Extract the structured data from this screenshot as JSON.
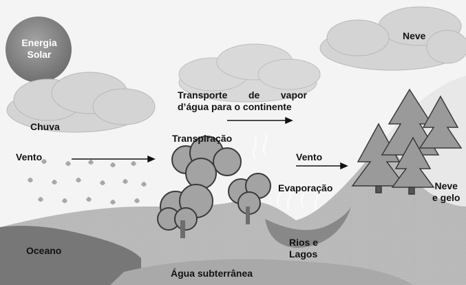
{
  "diagram": {
    "labels": {
      "solar": [
        "Energia",
        "Solar"
      ],
      "snow": "Neve",
      "transport": [
        "Transporte de vapor",
        "d’água para o continente"
      ],
      "rain": "Chuva",
      "wind_left": "Vento",
      "transpiration": "Transpiração",
      "wind_right": "Vento",
      "evaporation": "Evaporação",
      "snow_ice": [
        "Neve",
        "e gelo"
      ],
      "ocean": "Oceano",
      "rivers_lakes": [
        "Rios e",
        "Lagos"
      ],
      "groundwater": "Água subterrânea"
    },
    "colors": {
      "sun": "#8f8f8f",
      "clouds": "#d6d6d6",
      "hills": "#bdbdbd",
      "ocean": "#7a7a7a",
      "ground": "#c9c9c9",
      "trees": "#9a9a9a"
    }
  }
}
